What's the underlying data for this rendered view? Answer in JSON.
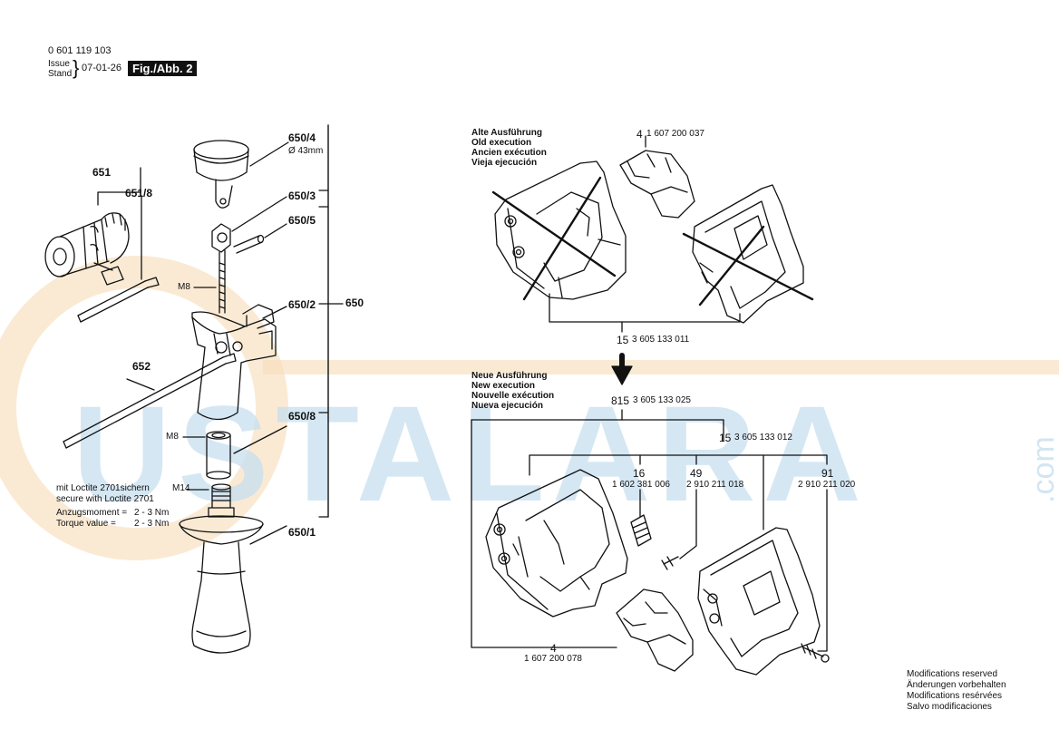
{
  "header": {
    "doc_number": "0 601 119 103",
    "issue_label": "Issue",
    "stand_label": "Stand",
    "issue_date": "07-01-26",
    "figure": "Fig./Abb. 2"
  },
  "left": {
    "p651": "651",
    "p651_8": "651/8",
    "p650_4": "650/4",
    "p650_4_dia": "Ø 43mm",
    "p650_3": "650/3",
    "p650_5": "650/5",
    "m8_top": "M8",
    "p650_2": "650/2",
    "p650": "650",
    "p652": "652",
    "p650_8": "650/8",
    "m8_mid": "M8",
    "loctite_de": "mit Loctite 2701sichern",
    "m14": "M14",
    "loctite_en": "secure with Loctite 2701",
    "torque_de_label": "Anzugsmoment =",
    "torque_de_value": "2 - 3 Nm",
    "torque_en_label": "Torque value =",
    "torque_en_value": "2 - 3 Nm",
    "p650_1": "650/1"
  },
  "old": {
    "l1": "Alte Ausführung",
    "l2": "Old execution",
    "l3": "Ancien exécution",
    "l4": "Vieja ejecución",
    "p4_num": "4",
    "p4_code": "1 607 200 037",
    "p15_num": "15",
    "p15_code": "3 605 133 011"
  },
  "new": {
    "l1": "Neue Ausführung",
    "l2": "New execution",
    "l3": "Nouvelle exécution",
    "l4": "Nueva ejecución",
    "p815_num": "815",
    "p815_code": "3 605 133 025",
    "p15_num": "15",
    "p15_code": "3 605 133 012",
    "p16_num": "16",
    "p16_code": "1 602 381 006",
    "p49_num": "49",
    "p49_code": "2 910 211 018",
    "p91_num": "91",
    "p91_code": "2 910 211 020",
    "p4_num": "4",
    "p4_code": "1 607 200 078"
  },
  "footer": {
    "m1": "Modifications reserved",
    "m2": "Änderungen vorbehalten",
    "m3": "Modifications resérvées",
    "m4": "Salvo modificaciones"
  },
  "watermark": {
    "text": "USTALARA",
    "suffix": ".com",
    "color_blue": "#c7dff0",
    "color_orange": "#f6dcb8"
  }
}
